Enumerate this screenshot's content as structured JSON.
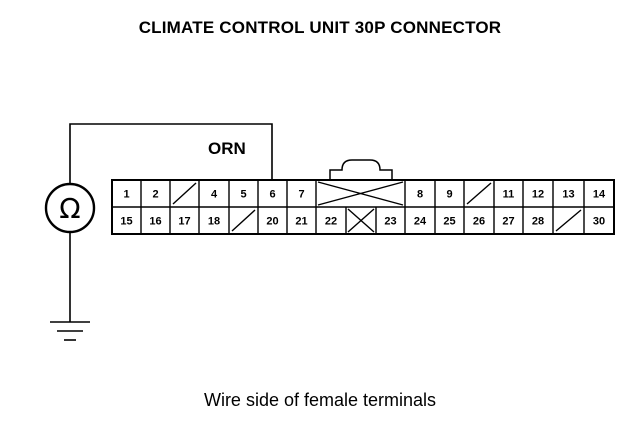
{
  "title": "CLIMATE CONTROL UNIT 30P CONNECTOR",
  "caption": "Wire side of female terminals",
  "wire_color": "ORN",
  "meter_symbol": "Ω",
  "connector": {
    "row1": [
      "1",
      "2",
      "",
      "4",
      "5",
      "6",
      "7",
      "",
      "8",
      "9",
      "",
      "11",
      "12",
      "13",
      "14"
    ],
    "row2": [
      "15",
      "16",
      "17",
      "18",
      "",
      "20",
      "21",
      "22",
      "",
      "23",
      "24",
      "25",
      "26",
      "27",
      "28",
      "",
      "30"
    ]
  }
}
